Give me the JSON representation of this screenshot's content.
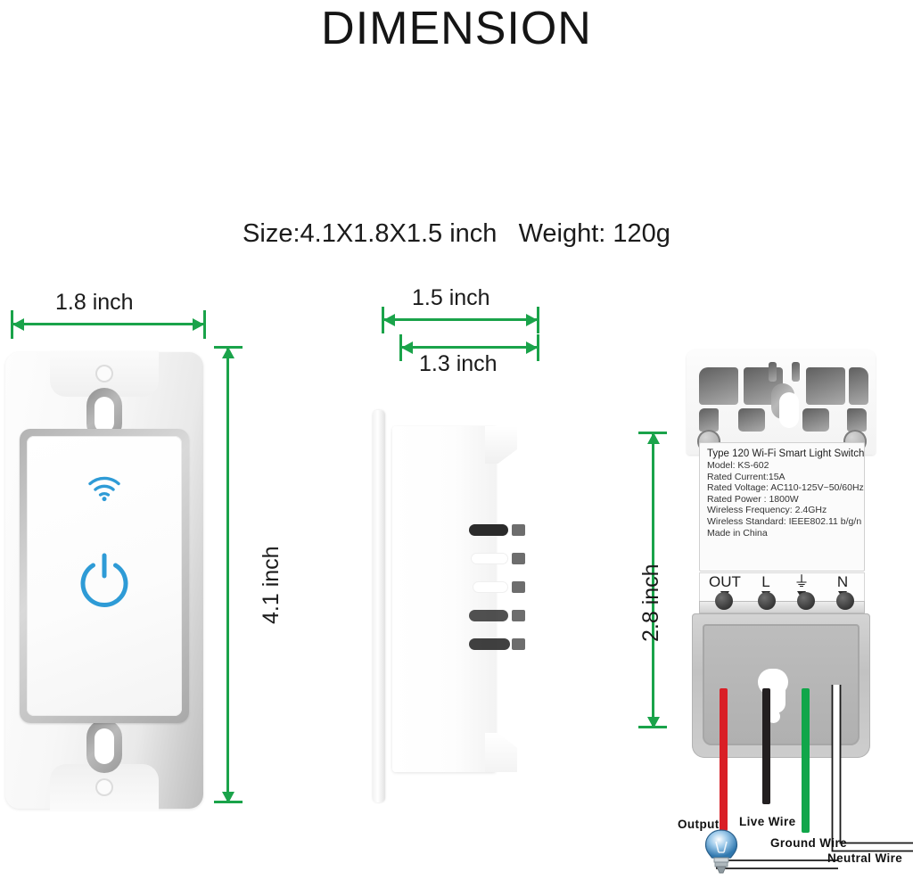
{
  "page": {
    "title": "DIMENSION",
    "subtitle": "Size:4.1X1.8X1.5 inch   Weight: 120g"
  },
  "dimensions": {
    "front_width": "1.8 inch",
    "front_height": "4.1 inch",
    "side_depth_total": "1.5 inch",
    "side_depth_body": "1.3 inch",
    "back_height": "2.8 inch",
    "accent_color": "#1aa34a"
  },
  "front_view": {
    "name": "front-view",
    "wifi_icon": "wifi-icon",
    "power_icon": "power-icon",
    "icon_color": "#2e9bd6"
  },
  "side_view": {
    "name": "side-view"
  },
  "back_view": {
    "name": "back-view",
    "label": {
      "title": "Type 120 Wi-Fi Smart Light Switch",
      "lines": [
        "Model: KS-602",
        "Rated Current:15A",
        "Rated Voltage: AC110-125V~50/60Hz",
        "Rated Power  : 1800W",
        "Wireless Frequency: 2.4GHz",
        "Wireless Standard: IEEE802.11 b/g/n",
        "Made in China"
      ]
    },
    "terminals": [
      {
        "mark": "OUT",
        "name": "terminal-out"
      },
      {
        "mark": "L",
        "name": "terminal-live"
      },
      {
        "mark": "⏚",
        "name": "terminal-ground"
      },
      {
        "mark": "N",
        "name": "terminal-neutral"
      }
    ]
  },
  "wire_legend": [
    {
      "label": "Output",
      "color": "#d91f26",
      "name": "wire-output"
    },
    {
      "label": "Live Wire",
      "color": "#231f20",
      "name": "wire-live"
    },
    {
      "label": "Ground Wire",
      "color": "#11a64a",
      "name": "wire-ground"
    },
    {
      "label": "Neutral Wire",
      "color": "#ffffff",
      "name": "wire-neutral"
    }
  ],
  "bulb": {
    "name": "light-bulb-icon",
    "color": "#3a8fd0"
  }
}
